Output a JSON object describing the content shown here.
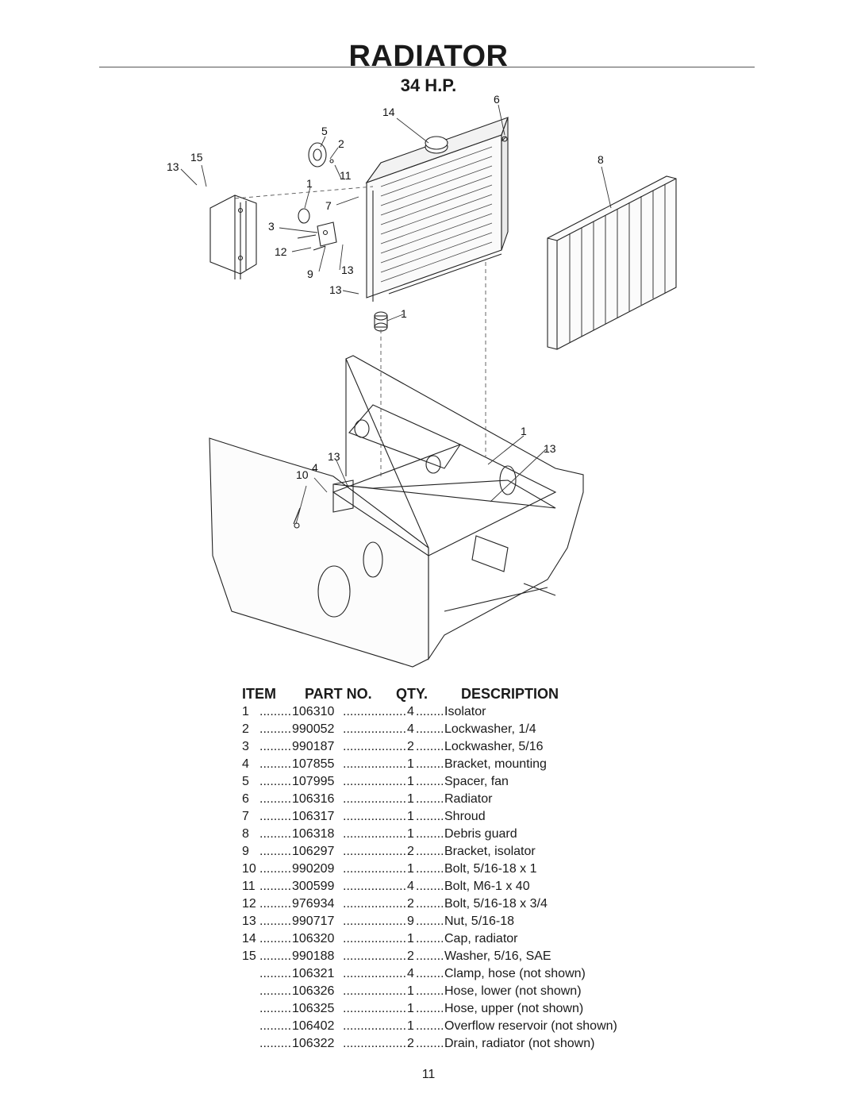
{
  "page": {
    "title": "RADIATOR",
    "subtitle": "34 H.P.",
    "page_number": "11"
  },
  "diagram": {
    "callouts": [
      "14",
      "6",
      "5",
      "2",
      "15",
      "13",
      "1",
      "11",
      "8",
      "7",
      "3",
      "12",
      "9",
      "13",
      "13",
      "1",
      "1",
      "13",
      "13",
      "4",
      "10"
    ]
  },
  "parts_table": {
    "headers": {
      "item": "ITEM",
      "part_no": "PART NO.",
      "qty": "QTY.",
      "description": "DESCRIPTION"
    },
    "leader": "..........................",
    "rows": [
      {
        "item": "1",
        "part": "106310",
        "qty": "4",
        "desc": "Isolator"
      },
      {
        "item": "2",
        "part": "990052",
        "qty": "4",
        "desc": "Lockwasher, 1/4"
      },
      {
        "item": "3",
        "part": "990187",
        "qty": "2",
        "desc": "Lockwasher, 5/16"
      },
      {
        "item": "4",
        "part": "107855",
        "qty": "1",
        "desc": "Bracket, mounting"
      },
      {
        "item": "5",
        "part": "107995",
        "qty": "1",
        "desc": "Spacer, fan"
      },
      {
        "item": "6",
        "part": "106316",
        "qty": "1",
        "desc": "Radiator"
      },
      {
        "item": "7",
        "part": "106317",
        "qty": "1",
        "desc": "Shroud"
      },
      {
        "item": "8",
        "part": "106318",
        "qty": "1",
        "desc": "Debris guard"
      },
      {
        "item": "9",
        "part": "106297",
        "qty": "2",
        "desc": "Bracket, isolator"
      },
      {
        "item": "10",
        "part": "990209",
        "qty": "1",
        "desc": "Bolt, 5/16-18 x 1"
      },
      {
        "item": "11",
        "part": "300599",
        "qty": "4",
        "desc": "Bolt, M6-1 x 40"
      },
      {
        "item": "12",
        "part": "976934",
        "qty": "2",
        "desc": "Bolt, 5/16-18 x 3/4"
      },
      {
        "item": "13",
        "part": "990717",
        "qty": "9",
        "desc": "Nut, 5/16-18"
      },
      {
        "item": "14",
        "part": "106320",
        "qty": "1",
        "desc": "Cap, radiator"
      },
      {
        "item": "15",
        "part": "990188",
        "qty": "2",
        "desc": "Washer, 5/16, SAE"
      },
      {
        "item": "",
        "part": "106321",
        "qty": "4",
        "desc": "Clamp, hose (not shown)"
      },
      {
        "item": "",
        "part": "106326",
        "qty": "1",
        "desc": "Hose, lower (not shown)"
      },
      {
        "item": "",
        "part": "106325",
        "qty": "1",
        "desc": "Hose, upper (not shown)"
      },
      {
        "item": "",
        "part": "106402",
        "qty": "1",
        "desc": "Overflow reservoir (not shown)"
      },
      {
        "item": "",
        "part": "106322",
        "qty": "2",
        "desc": "Drain, radiator (not shown)"
      }
    ]
  }
}
